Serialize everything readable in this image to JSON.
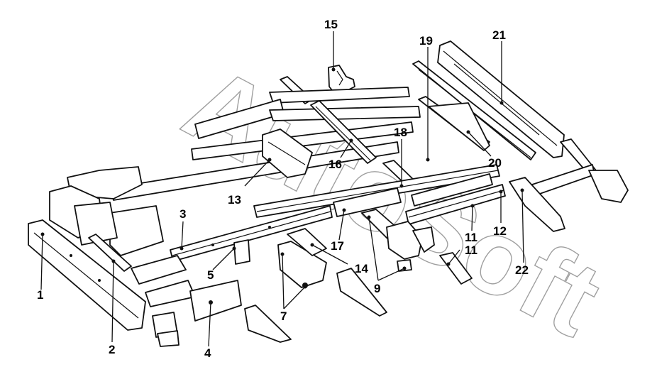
{
  "diagram": {
    "watermark_text": "AutoSoft",
    "callouts": {
      "c1": "1",
      "c2": "2",
      "c3": "3",
      "c4": "4",
      "c5": "5",
      "c7": "7",
      "c9": "9",
      "c11a": "11",
      "c11b": "11",
      "c12": "12",
      "c13": "13",
      "c14": "14",
      "c15": "15",
      "c16": "16",
      "c17": "17",
      "c18": "18",
      "c19": "19",
      "c20": "20",
      "c21": "21",
      "c22": "22"
    }
  },
  "colors": {
    "line": "#111111",
    "background": "#ffffff",
    "watermark": "#777777"
  }
}
